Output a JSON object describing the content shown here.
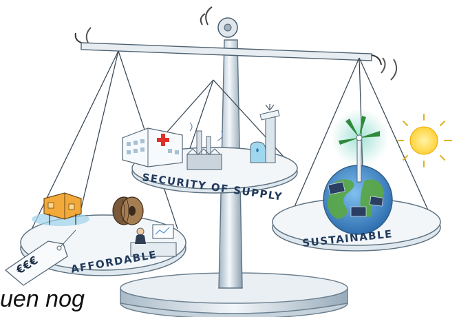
{
  "labels": {
    "security": "SECURITY OF SUPPLY",
    "affordable": "AFFORDABLE",
    "sustainable": "SUSTAINABLE",
    "price_tag": "€€€"
  },
  "caption": "uen nog",
  "colors": {
    "plate": "#eef3f6",
    "plate_edge": "#b8c7d0",
    "line": "#3c4a58",
    "sun": "#ffd84a",
    "hospital_cross": "#e0302a",
    "globe_land": "#5aa64a",
    "globe_water": "#4a8fd0",
    "box": "#f3a93a",
    "turbine": "#2f8a3b"
  },
  "icons": [
    "scale-beam",
    "hospital-icon",
    "factory-icon",
    "water-tower-icon",
    "wind-turbine-icon",
    "globe-icon",
    "sun-icon",
    "cable-reel-icon",
    "desk-worker-icon",
    "price-tag-icon"
  ]
}
